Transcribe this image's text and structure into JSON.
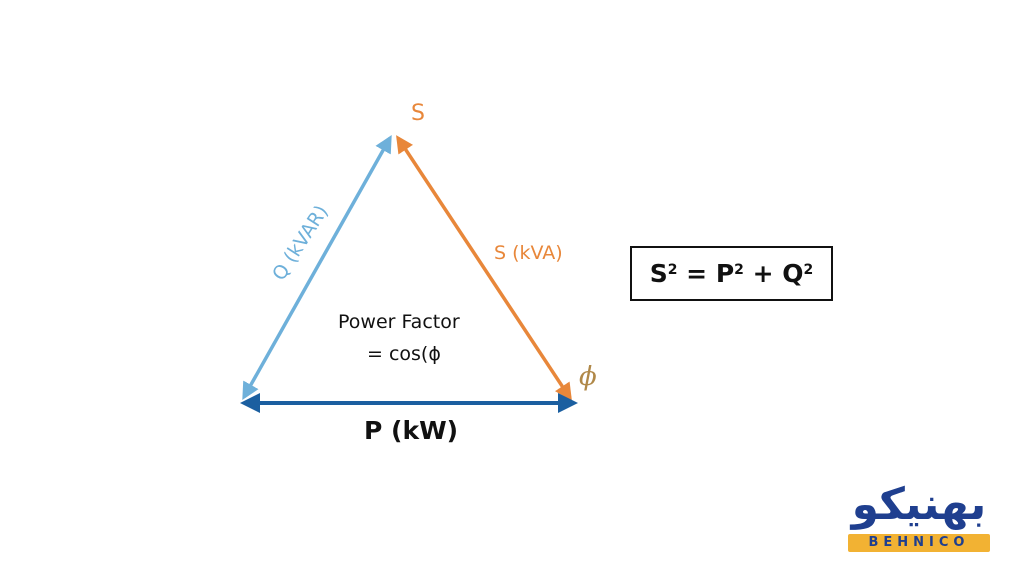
{
  "diagram": {
    "vertex_label": "S",
    "hypotenuse_label": "S (kVA)",
    "reactive_label": "Q (kVAR)",
    "real_label": "P (kW)",
    "power_factor_title": "Power Factor",
    "power_factor_formula": "= cos(ϕ",
    "angle_label": "ϕ"
  },
  "equation": {
    "s": "S",
    "s_exp": "2",
    "eq": " = ",
    "p": "P",
    "p_exp": "2",
    "plus": " + ",
    "q": "Q",
    "q_exp": "2"
  },
  "logo": {
    "mark_text": "بهنیکو",
    "band_text": "BEHNICO"
  },
  "colors": {
    "apparent": "#e8873a",
    "reactive": "#6eb0da",
    "real": "#1b5fa0",
    "angle": "#b08848"
  }
}
